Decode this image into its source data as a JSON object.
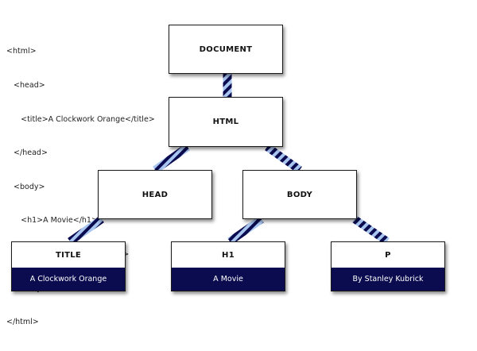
{
  "code": {
    "lines": [
      "<html>",
      "   <head>",
      "      <title>A Clockwork Orange</title>",
      "   </head>",
      "   <body>",
      "      <h1>A Movie</h1>",
      "      <p>By Stanley Kubrick</p>",
      "   </body>",
      "</html>"
    ]
  },
  "tree": {
    "document": "DOCUMENT",
    "html": "HTML",
    "head": "HEAD",
    "body": "BODY",
    "title": {
      "tag": "TITLE",
      "text": "A Clockwork Orange"
    },
    "h1": {
      "tag": "H1",
      "text": "A Movie"
    },
    "p": {
      "tag": "P",
      "text": "By Stanley Kubrick"
    }
  },
  "colors": {
    "node_border": "#1a1a1a",
    "leaf_value_bg": "#0b0b4f",
    "connector_dark": "#0b0b4f",
    "connector_light": "#a9c6f0"
  }
}
